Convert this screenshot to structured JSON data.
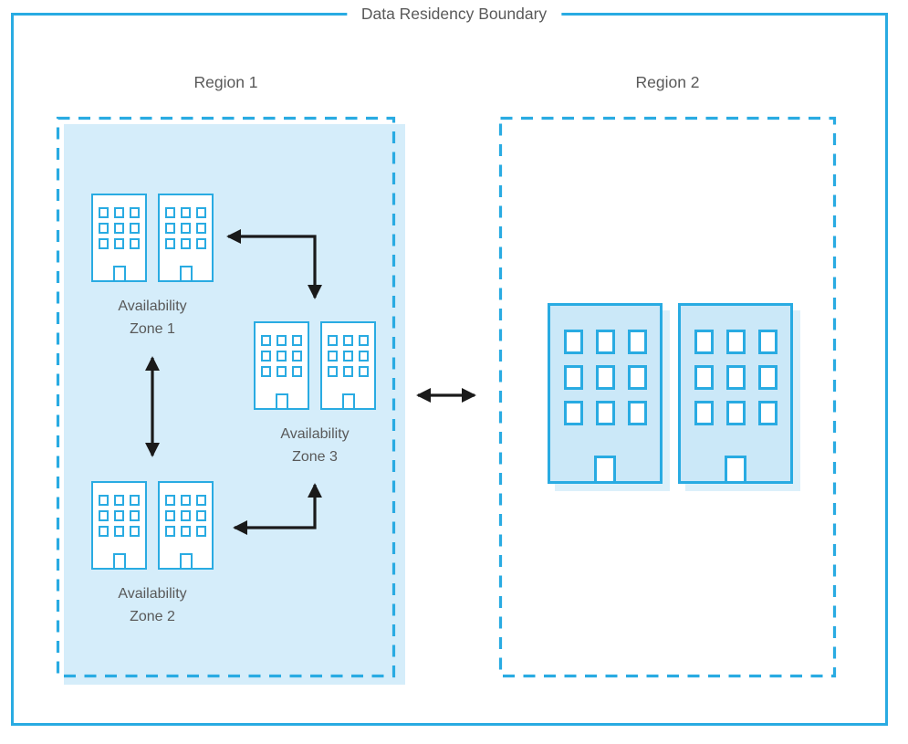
{
  "title": "Data Residency Boundary",
  "regions": [
    {
      "label": "Region 1"
    },
    {
      "label": "Region 2"
    }
  ],
  "zones": [
    {
      "line1": "Availability",
      "line2": "Zone 1"
    },
    {
      "line1": "Availability",
      "line2": "Zone 2"
    },
    {
      "line1": "Availability",
      "line2": "Zone 3"
    }
  ],
  "icons": {
    "building": "building-icon",
    "arrows": [
      "arrow-az1-az3",
      "arrow-az1-az2",
      "arrow-az2-az3",
      "arrow-region1-region2"
    ]
  },
  "colors": {
    "accent": "#29ABE2",
    "region1_fill": "#D5EDFA",
    "big_building_fill": "#CBE8F8",
    "shadow": "#DCF0FA",
    "label_text": "#595959",
    "arrow": "#1A1A1A"
  }
}
